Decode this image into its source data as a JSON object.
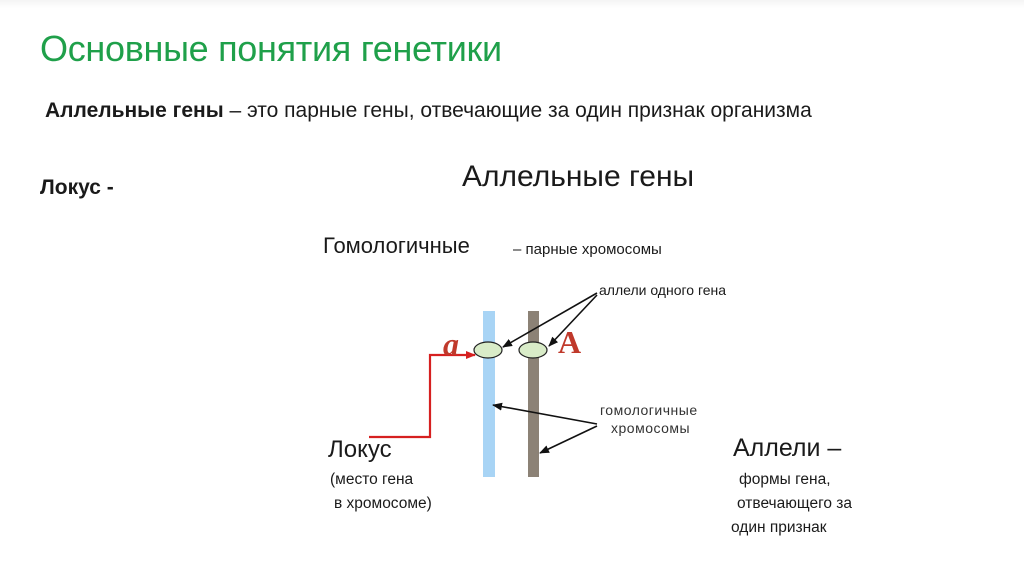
{
  "slide": {
    "title": "Основные понятия генетики",
    "definition": {
      "term": "Аллельные гены",
      "text": " – это парные гены, отвечающие за один признак организма"
    },
    "locus_prompt": "Локус -"
  },
  "diagram": {
    "title": "Аллельные гены",
    "homologous": "Гомологичные",
    "homologous_sub": "– парные хромосомы",
    "alleles_of_gene": "аллели одного гена",
    "homologous_chromosomes_line1": "гомологичные",
    "homologous_chromosomes_line2": "хромосомы",
    "allele_recessive": "a",
    "allele_dominant": "A",
    "locus": {
      "title": "Локус",
      "desc_line1": "(место гена",
      "desc_line2": "в хромосоме)"
    },
    "alleles": {
      "title": "Аллели –",
      "desc_line1": "формы гена,",
      "desc_line2": "отвечающего за",
      "desc_line3": "один признак"
    },
    "colors": {
      "title": "#1fa04a",
      "chromosome_left": "#a8d4f5",
      "chromosome_right": "#8c8276",
      "allele_ellipse": "#d9ecc8",
      "allele_letters": "#c0392b",
      "locus_arrow": "#d62020"
    }
  }
}
